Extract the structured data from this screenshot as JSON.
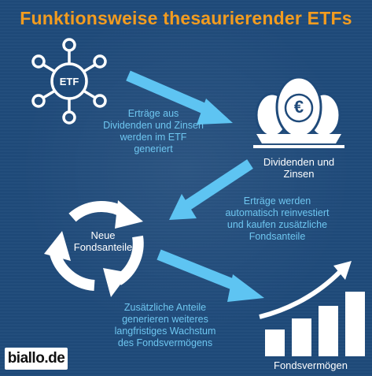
{
  "title": "Funktionsweise thesaurierender ETFs",
  "etf_label": "ETF",
  "euro_symbol": "€",
  "steps": {
    "etf_generates": "Erträge aus Dividenden und Zinsen werden im ETF generiert",
    "dividends_label": "Dividenden und Zinsen",
    "reinvest": "Erträge werden automatisch reinvestiert und kaufen zusätzliche Fondsanteile",
    "new_shares_label": "Neue Fondsanteile",
    "growth": "Zusätzliche Anteile generieren weiteres langfristiges Wachstum des Fondsvermögens",
    "fund_assets_label": "Fondsvermögen"
  },
  "logo": "biallo.de",
  "colors": {
    "background": "#1f4a7a",
    "title": "#f39c1f",
    "arrow": "#5ec4f2",
    "icon": "#ffffff"
  }
}
